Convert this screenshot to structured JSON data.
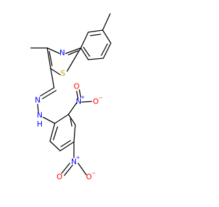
{
  "molecule": {
    "atoms": {
      "thiazole_n": "N",
      "thiazole_s": "S",
      "hydrazone_n1": "N",
      "hydrazone_n2": "N",
      "hydrazone_h": "H",
      "nitro1_n": "N",
      "nitro1_o_top": "O",
      "nitro1_o_right": "O",
      "nitro2_n": "N",
      "nitro2_o_left": "O",
      "nitro2_o_right": "O"
    },
    "charges": {
      "nitro1_n_plus": "+",
      "nitro1_o_minus": "−",
      "nitro2_n_plus": "+",
      "nitro2_o_minus": "−"
    },
    "colors": {
      "carbon": "#000000",
      "nitrogen": "#0000ff",
      "sulfur": "#b8a000",
      "oxygen": "#ff0000"
    }
  }
}
